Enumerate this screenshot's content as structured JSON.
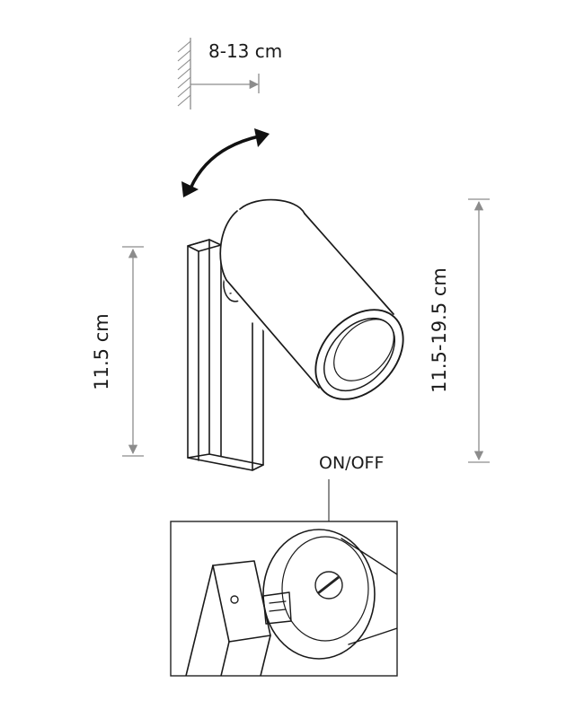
{
  "labels": {
    "wall_distance": "8-13 cm",
    "mount_height": "11.5 cm",
    "total_height": "11.5-19.5 cm",
    "switch": "ON/OFF"
  }
}
